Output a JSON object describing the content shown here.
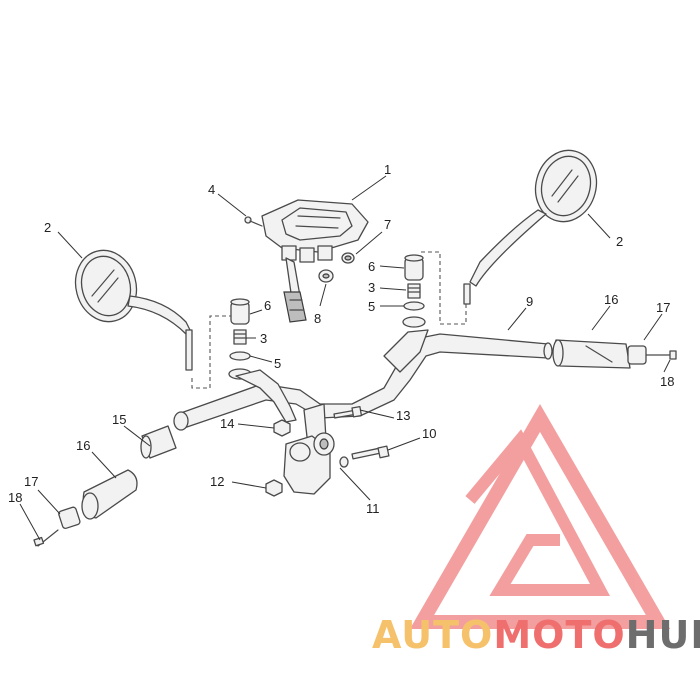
{
  "diagram": {
    "callouts": {
      "c1": "1",
      "c2a": "2",
      "c2b": "2",
      "c3a": "3",
      "c3b": "3",
      "c4": "4",
      "c5a": "5",
      "c5b": "5",
      "c6a": "6",
      "c6b": "6",
      "c7": "7",
      "c8": "8",
      "c9": "9",
      "c10": "10",
      "c11": "11",
      "c12": "12",
      "c13": "13",
      "c14": "14",
      "c15": "15",
      "c16a": "16",
      "c16b": "16",
      "c17a": "17",
      "c17b": "17",
      "c18a": "18",
      "c18b": "18"
    }
  },
  "watermark": {
    "brand_auto": "AUTO",
    "brand_moto": "MOTO",
    "brand_hub": "HUB",
    "colors": {
      "auto": "#f5c26b",
      "moto": "#ef6f6f",
      "hub": "#6d6d6d",
      "logo": "#f08080"
    }
  }
}
